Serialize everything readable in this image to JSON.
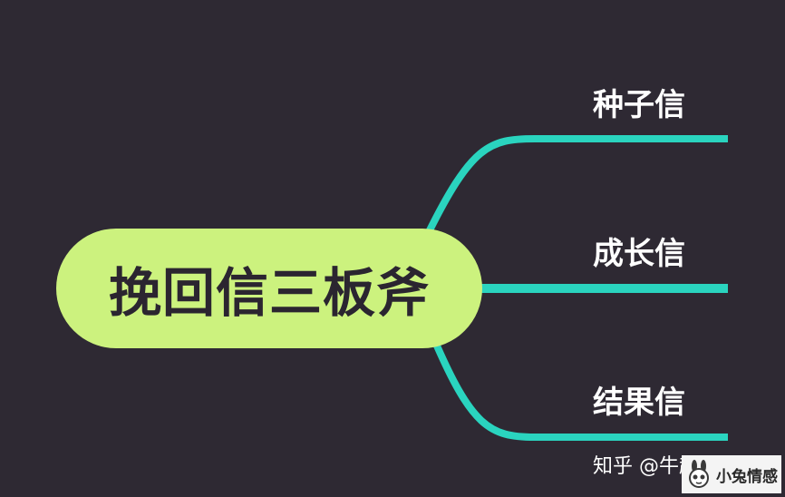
{
  "root": {
    "label": "挽回信三板斧"
  },
  "branches": [
    {
      "label": "种子信"
    },
    {
      "label": "成长信"
    },
    {
      "label": "结果信"
    }
  ],
  "watermark": {
    "text": "知乎 @牛超情感"
  },
  "logo": {
    "name": "小兔情感",
    "icon": "rabbit-logo-icon"
  },
  "colors": {
    "background": "#2e2933",
    "root_fill": "#ccf27e",
    "connector": "#2ad4bf",
    "branch_text": "#ffffff",
    "root_text": "#2b2530"
  }
}
